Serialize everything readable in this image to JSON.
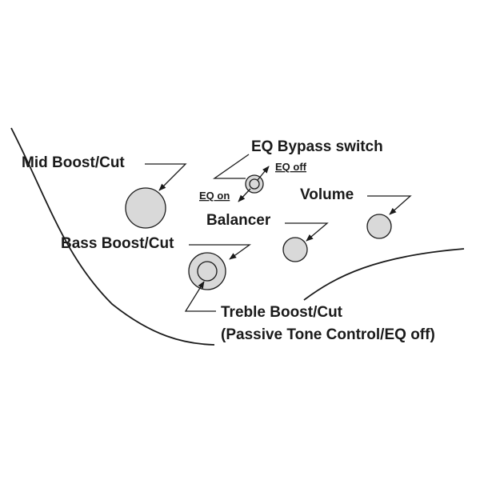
{
  "labels": {
    "mid": "Mid Boost/Cut",
    "bass": "Bass Boost/Cut",
    "treble": "Treble Boost/Cut",
    "treble_note": "(Passive Tone Control/EQ off)",
    "eq_bypass": "EQ Bypass switch",
    "eq_off": "EQ off",
    "eq_on": "EQ on",
    "balancer": "Balancer",
    "volume": "Volume"
  }
}
